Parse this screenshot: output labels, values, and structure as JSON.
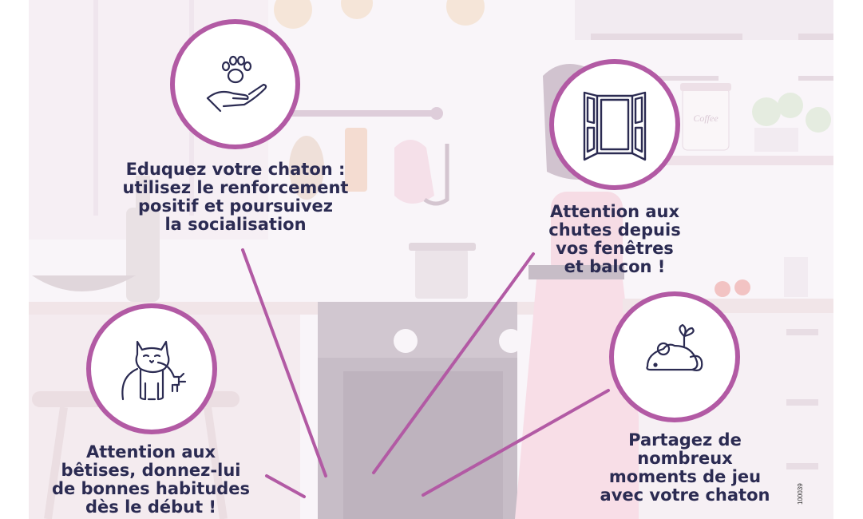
{
  "tips": [
    {
      "id": "educate",
      "lines": [
        "Eduquez votre chaton :",
        "utilisez le renforcement",
        "positif et poursuivez",
        "la socialisation"
      ],
      "icon": "paw-in-hand-icon"
    },
    {
      "id": "falls",
      "lines": [
        "Attention aux",
        "chutes depuis",
        "vos fenêtres",
        "et balcon !"
      ],
      "icon": "open-window-icon"
    },
    {
      "id": "mischief",
      "lines": [
        "Attention aux",
        "bêtises, donnez-lui",
        "de bonnes habitudes",
        "dès le début !"
      ],
      "icon": "cat-chewing-cable-icon"
    },
    {
      "id": "play",
      "lines": [
        "Partagez de",
        "nombreux",
        "moments de jeu",
        "avec votre chaton"
      ],
      "icon": "toy-mouse-icon"
    }
  ],
  "background_label": "Coffee",
  "reference_code": "100039",
  "colors": {
    "accent": "#b25aa4",
    "text": "#2b2b52",
    "background": "#f4eef6"
  }
}
